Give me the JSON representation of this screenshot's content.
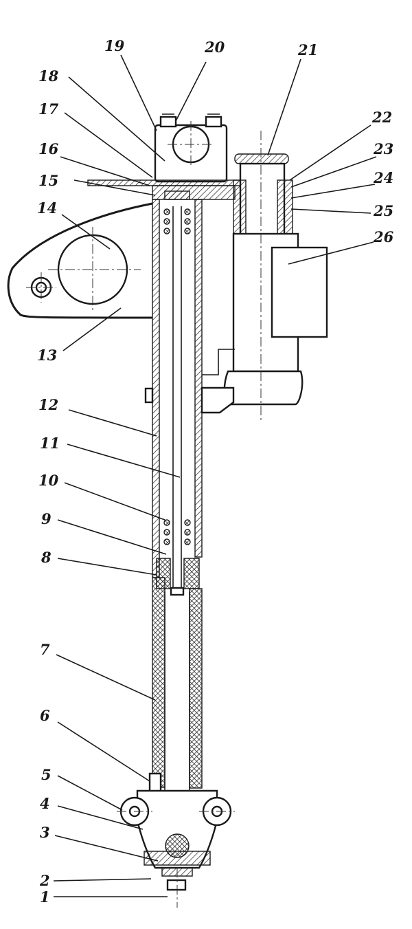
{
  "labels": [
    {
      "id": "1",
      "text": "1"
    },
    {
      "id": "2",
      "text": "2"
    },
    {
      "id": "3",
      "text": "3"
    },
    {
      "id": "4",
      "text": "4"
    },
    {
      "id": "5",
      "text": "5"
    },
    {
      "id": "6",
      "text": "6"
    },
    {
      "id": "7",
      "text": "7"
    },
    {
      "id": "8",
      "text": "8"
    },
    {
      "id": "9",
      "text": "9"
    },
    {
      "id": "10",
      "text": "10"
    },
    {
      "id": "11",
      "text": "11"
    },
    {
      "id": "12",
      "text": "12"
    },
    {
      "id": "13",
      "text": "13"
    },
    {
      "id": "14",
      "text": "14"
    },
    {
      "id": "15",
      "text": "15"
    },
    {
      "id": "16",
      "text": "16"
    },
    {
      "id": "17",
      "text": "17"
    },
    {
      "id": "18",
      "text": "18"
    },
    {
      "id": "19",
      "text": "19"
    },
    {
      "id": "20",
      "text": "20"
    },
    {
      "id": "21",
      "text": "21"
    },
    {
      "id": "22",
      "text": "22"
    },
    {
      "id": "23",
      "text": "23"
    },
    {
      "id": "24",
      "text": "24"
    },
    {
      "id": "25",
      "text": "25"
    },
    {
      "id": "26",
      "text": "26"
    }
  ],
  "colors": {
    "ink": "#1a1a1a",
    "paper": "#ffffff"
  }
}
